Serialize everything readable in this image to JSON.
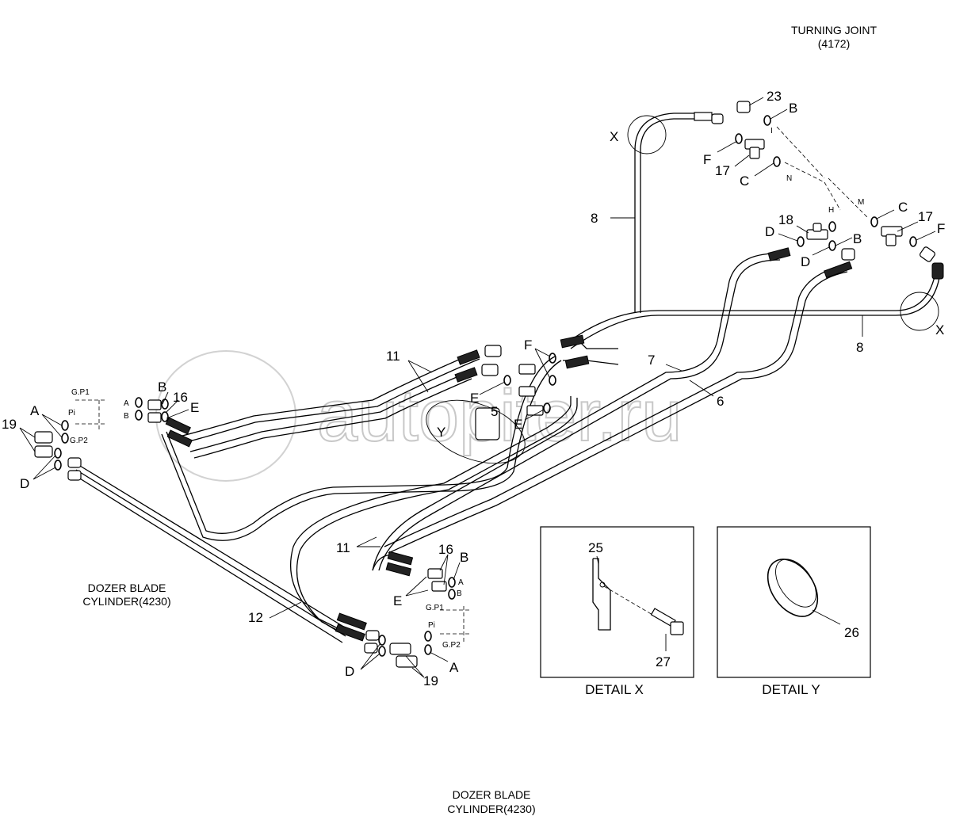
{
  "titles": {
    "turning_joint": "TURNING JOINT",
    "turning_joint_code": "(4172)",
    "dozer_left_1": "DOZER BLADE",
    "dozer_left_2": "CYLINDER(4230)",
    "dozer_bottom_1": "DOZER BLADE",
    "dozer_bottom_2": "CYLINDER(4230)",
    "detail_x": "DETAIL  X",
    "detail_y": "DETAIL  Y"
  },
  "watermark": "autopiter.ru",
  "callouts": {
    "n23": "23",
    "n17a": "17",
    "n17b": "17",
    "n18": "18",
    "n8a": "8",
    "n8b": "8",
    "n7": "7",
    "n6": "6",
    "n11a": "11",
    "n11b": "11",
    "n16a": "16",
    "n16b": "16",
    "n5": "5",
    "n19a": "19",
    "n19b": "19",
    "n12": "12",
    "n25": "25",
    "n26": "26",
    "n27": "27"
  },
  "letters": {
    "x1": "X",
    "x2": "X",
    "y": "Y",
    "b1": "B",
    "b2": "B",
    "b3": "B",
    "b4": "B",
    "f1": "F",
    "f2": "F",
    "f3": "F",
    "c1": "C",
    "c2": "C",
    "d1": "D",
    "d2": "D",
    "d3": "D",
    "d4": "D",
    "e1": "E",
    "e2": "E",
    "e3": "E",
    "e4": "E",
    "a1": "A",
    "a2": "A"
  },
  "port_marks": {
    "i": "I",
    "n": "N",
    "m": "M",
    "h": "H",
    "gp1_left": "G.P1",
    "gp2_left": "G.P2",
    "pi_left": "Pi",
    "a_left": "A",
    "b_left": "B",
    "gp1_bottom": "G.P1",
    "gp2_bottom": "G.P2",
    "pi_bottom": "Pi",
    "a_bottom": "A",
    "b_bottom": "B"
  }
}
